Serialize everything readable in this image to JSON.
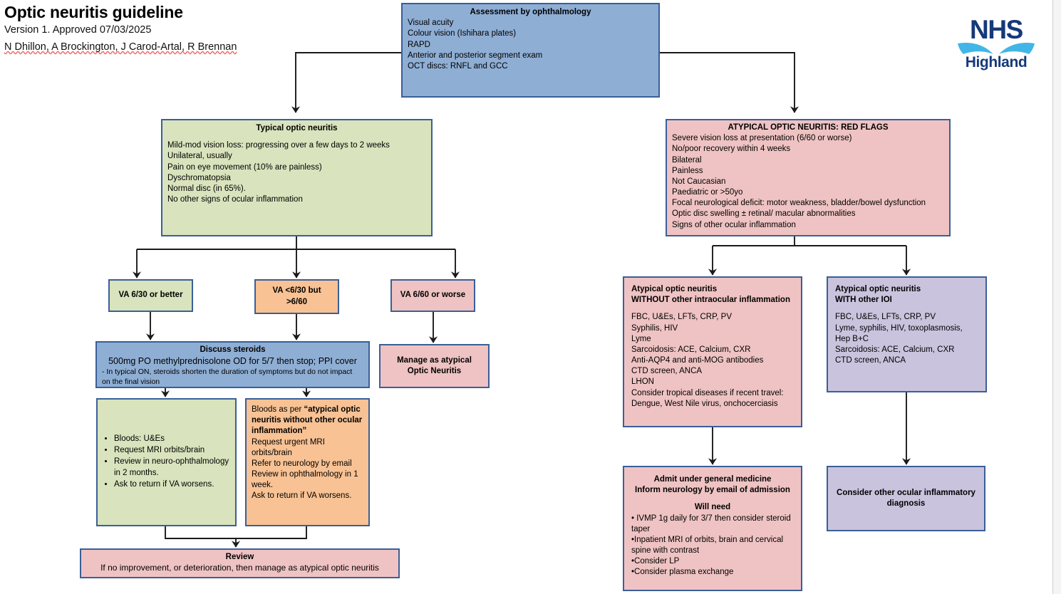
{
  "header": {
    "title": "Optic neuritis guideline",
    "version": "Version 1. Approved 07/03/2025",
    "authors": "N Dhillon, A Brockington, J Carod-Artal, R Brennan",
    "logo": {
      "nhs": "NHS",
      "board": "Highland"
    }
  },
  "colors": {
    "blue": "#8faed4",
    "green": "#d9e3bd",
    "pink": "#efc3c3",
    "orange": "#f8c294",
    "purple": "#c9c3dd",
    "border": "#3a5f98",
    "nhs_dark_blue": "#15397a",
    "nhs_light_blue": "#41b6e6"
  },
  "nodes": {
    "assessment": {
      "title": "Assessment by ophthalmology",
      "lines": [
        "Visual acuity",
        "Colour vision (Ishihara plates)",
        "RAPD",
        "Anterior and posterior segment exam",
        "OCT discs: RNFL and GCC"
      ]
    },
    "typical": {
      "title": "Typical optic neuritis",
      "lines": [
        "Mild-mod vision loss: progressing over a few days to 2 weeks",
        "Unilateral, usually",
        "Pain on eye movement (10% are painless)",
        "Dyschromatopsia",
        "Normal disc (in 65%).",
        "No other signs of ocular inflammation"
      ]
    },
    "redflags": {
      "title": "ATYPICAL OPTIC NEURITIS: RED FLAGS",
      "lines": [
        "Severe vision loss at presentation (6/60 or worse)",
        "No/poor recovery within 4 weeks",
        "Bilateral",
        "Painless",
        "Not Caucasian",
        "Paediatric or >50yo",
        "Focal neurological deficit: motor weakness, bladder/bowel dysfunction",
        "Optic disc swelling ± retinal/ macular abnormalities",
        "Signs of other ocular inflammation"
      ]
    },
    "va_good": {
      "line1": "VA 6/30 or better"
    },
    "va_mid": {
      "line1": "VA <6/30 but",
      "line2": ">6/60"
    },
    "va_poor": {
      "line1": "VA 6/60 or worse"
    },
    "steroids": {
      "title": "Discuss steroids",
      "line1": "500mg PO methylprednisolone OD for 5/7 then stop; PPI cover",
      "line2": "- In typical ON, steroids shorten the duration of symptoms but do not impact",
      "line3": "on the final vision"
    },
    "manage_atypical": {
      "line1": "Manage as atypical",
      "line2": "Optic Neuritis"
    },
    "typical_followup": {
      "bullets": [
        "Bloods: U&Es",
        "Request MRI orbits/brain",
        "Review in neuro-ophthalmology in 2 months.",
        "Ask to return if VA worsens."
      ]
    },
    "mid_followup": {
      "lead": "Bloods as per ",
      "bold": "“atypical optic neuritis without other ocular inflammation”",
      "lines": [
        "Request urgent MRI orbits/brain",
        "Refer to neurology by email",
        "Review in ophthalmology in 1 week.",
        "Ask to return if VA worsens."
      ]
    },
    "review": {
      "title": "Review",
      "line1": "If no improvement, or deterioration, then manage as atypical optic neuritis"
    },
    "without_ioi": {
      "title1": "Atypical optic neuritis",
      "title2": "WITHOUT other intraocular inflammation",
      "lines": [
        "FBC, U&Es, LFTs, CRP, PV",
        "Syphilis, HIV",
        "Lyme",
        "Sarcoidosis: ACE, Calcium, CXR",
        "Anti-AQP4 and anti-MOG antibodies",
        "CTD screen, ANCA",
        "LHON",
        "Consider tropical diseases if recent travel:",
        "Dengue, West Nile virus, onchocerciasis"
      ]
    },
    "with_ioi": {
      "title1": "Atypical optic neuritis",
      "title2": "WITH other IOI",
      "lines": [
        "FBC, U&Es, LFTs, CRP, PV",
        "Lyme, syphilis, HIV, toxoplasmosis,",
        "Hep B+C",
        "Sarcoidosis: ACE, Calcium, CXR",
        "CTD screen, ANCA"
      ]
    },
    "admit": {
      "title1": "Admit under general medicine",
      "title2": "Inform neurology by email of admission",
      "subtitle": "Will need",
      "lines": [
        "• IVMP 1g daily for 3/7 then consider steroid taper",
        "•Inpatient MRI of orbits, brain and cervical spine with contrast",
        "•Consider LP",
        "•Consider plasma exchange"
      ]
    },
    "other_diag": {
      "line1": "Consider other ocular inflammatory",
      "line2": "diagnosis"
    }
  }
}
